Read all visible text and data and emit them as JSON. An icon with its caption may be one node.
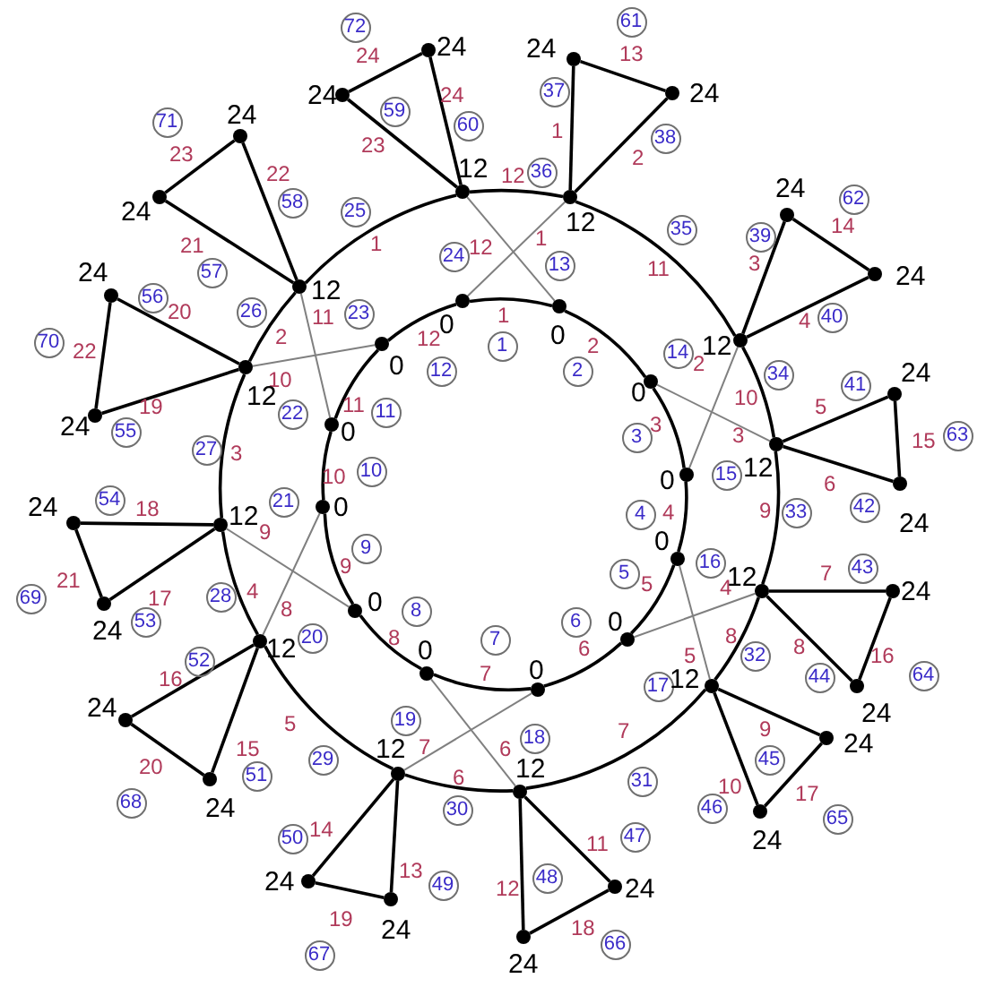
{
  "diagram": {
    "nodes": [
      {
        "text": [],
        "shape": "circle",
        "beside": [
          "0"
        ]
      },
      {
        "text": [],
        "shape": "circle",
        "beside": [
          "0"
        ]
      },
      {
        "text": [],
        "shape": "circle",
        "beside": [
          "0"
        ]
      },
      {
        "text": [],
        "shape": "circle",
        "beside": [
          "0"
        ]
      },
      {
        "text": [],
        "shape": "circle",
        "beside": [
          "0"
        ]
      },
      {
        "text": [],
        "shape": "circle",
        "beside": [
          "0"
        ]
      },
      {
        "text": [],
        "shape": "circle",
        "beside": [
          "0"
        ]
      },
      {
        "text": [],
        "shape": "circle",
        "beside": [
          "0"
        ]
      },
      {
        "text": [],
        "shape": "circle",
        "beside": [
          "0"
        ]
      },
      {
        "text": [],
        "shape": "circle",
        "beside": [
          "0"
        ]
      },
      {
        "text": [],
        "shape": "circle",
        "beside": [
          "0"
        ]
      },
      {
        "text": [],
        "shape": "circle",
        "beside": [
          "0"
        ]
      },
      {
        "text": [],
        "shape": "circle",
        "beside": [
          "12"
        ]
      },
      {
        "text": [],
        "shape": "circle",
        "beside": [
          "12"
        ]
      },
      {
        "text": [],
        "shape": "circle",
        "beside": [
          "12"
        ]
      },
      {
        "text": [],
        "shape": "circle",
        "beside": [
          "12"
        ]
      },
      {
        "text": [],
        "shape": "circle",
        "beside": [
          "12"
        ]
      },
      {
        "text": [],
        "shape": "circle",
        "beside": [
          "12"
        ]
      },
      {
        "text": [],
        "shape": "circle",
        "beside": [
          "12"
        ]
      },
      {
        "text": [],
        "shape": "circle",
        "beside": [
          "12"
        ]
      },
      {
        "text": [],
        "shape": "circle",
        "beside": [
          "12"
        ]
      },
      {
        "text": [],
        "shape": "circle",
        "beside": [
          "12"
        ]
      },
      {
        "text": [],
        "shape": "circle",
        "beside": [
          "12"
        ]
      },
      {
        "text": [],
        "shape": "circle",
        "beside": [
          "12"
        ]
      },
      {
        "text": [],
        "shape": "circle",
        "beside": [
          "24"
        ]
      },
      {
        "text": [],
        "shape": "circle",
        "beside": [
          "24"
        ]
      },
      {
        "text": [],
        "shape": "circle",
        "beside": [
          "24"
        ]
      },
      {
        "text": [],
        "shape": "circle",
        "beside": [
          "24"
        ]
      },
      {
        "text": [],
        "shape": "circle",
        "beside": [
          "24"
        ]
      },
      {
        "text": [],
        "shape": "circle",
        "beside": [
          "24"
        ]
      },
      {
        "text": [],
        "shape": "circle",
        "beside": [
          "24"
        ]
      },
      {
        "text": [],
        "shape": "circle",
        "beside": [
          "24"
        ]
      },
      {
        "text": [],
        "shape": "circle",
        "beside": [
          "24"
        ]
      },
      {
        "text": [],
        "shape": "circle",
        "beside": [
          "24"
        ]
      },
      {
        "text": [],
        "shape": "circle",
        "beside": [
          "24"
        ]
      },
      {
        "text": [],
        "shape": "circle",
        "beside": [
          "24"
        ]
      },
      {
        "text": [],
        "shape": "circle",
        "beside": [
          "24"
        ]
      },
      {
        "text": [],
        "shape": "circle",
        "beside": [
          "24"
        ]
      },
      {
        "text": [],
        "shape": "circle",
        "beside": [
          "24"
        ]
      },
      {
        "text": [],
        "shape": "circle",
        "beside": [
          "24"
        ]
      },
      {
        "text": [],
        "shape": "circle",
        "beside": [
          "24"
        ]
      },
      {
        "text": [],
        "shape": "circle",
        "beside": [
          "24"
        ]
      },
      {
        "text": [],
        "shape": "circle",
        "beside": [
          "24"
        ]
      },
      {
        "text": [],
        "shape": "circle",
        "beside": [
          "24"
        ]
      },
      {
        "text": [],
        "shape": "circle",
        "beside": [
          "24"
        ]
      },
      {
        "text": [],
        "shape": "circle",
        "beside": [
          "24"
        ]
      },
      {
        "text": [],
        "shape": "circle",
        "beside": [
          "24"
        ]
      },
      {
        "text": [],
        "shape": "circle",
        "beside": [
          "24"
        ]
      }
    ],
    "edges": [
      {
        "from": 0,
        "to": 1,
        "arrow": "none",
        "label": "1"
      },
      {
        "from": 1,
        "to": 2,
        "arrow": "none",
        "label": "2"
      },
      {
        "from": 2,
        "to": 3,
        "arrow": "none",
        "label": "3"
      },
      {
        "from": 3,
        "to": 4,
        "arrow": "none",
        "label": "4"
      },
      {
        "from": 4,
        "to": 5,
        "arrow": "none",
        "label": "5"
      },
      {
        "from": 5,
        "to": 6,
        "arrow": "none",
        "label": "6"
      },
      {
        "from": 6,
        "to": 7,
        "arrow": "none",
        "label": "7"
      },
      {
        "from": 7,
        "to": 8,
        "arrow": "none",
        "label": "8"
      },
      {
        "from": 8,
        "to": 9,
        "arrow": "none",
        "label": "9"
      },
      {
        "from": 9,
        "to": 10,
        "arrow": "none",
        "label": "10"
      },
      {
        "from": 10,
        "to": 11,
        "arrow": "none",
        "label": "11"
      },
      {
        "from": 11,
        "to": 0,
        "arrow": "none",
        "label": "12"
      },
      {
        "from": 12,
        "to": 0,
        "arrow": "none",
        "label": "1",
        "color": "#808080"
      },
      {
        "from": 13,
        "to": 3,
        "arrow": "none",
        "label": "2",
        "color": "#808080"
      },
      {
        "from": 14,
        "to": 2,
        "arrow": "none",
        "label": "3",
        "color": "#808080"
      },
      {
        "from": 15,
        "to": 5,
        "arrow": "none",
        "label": "4",
        "color": "#808080"
      },
      {
        "from": 16,
        "to": 4,
        "arrow": "none",
        "label": "5",
        "color": "#808080"
      },
      {
        "from": 17,
        "to": 7,
        "arrow": "none",
        "label": "6",
        "color": "#808080"
      },
      {
        "from": 18,
        "to": 6,
        "arrow": "none",
        "label": "7",
        "color": "#808080"
      },
      {
        "from": 19,
        "to": 9,
        "arrow": "none",
        "label": "8",
        "color": "#808080"
      },
      {
        "from": 20,
        "to": 8,
        "arrow": "none",
        "label": "9",
        "color": "#808080"
      },
      {
        "from": 21,
        "to": 11,
        "arrow": "none",
        "label": "10",
        "color": "#808080"
      },
      {
        "from": 22,
        "to": 10,
        "arrow": "none",
        "label": "11",
        "color": "#808080"
      },
      {
        "from": 23,
        "to": 1,
        "arrow": "none",
        "label": "12",
        "color": "#808080"
      },
      {
        "from": 22,
        "to": 23,
        "arrow": "none",
        "label": "1"
      },
      {
        "from": 21,
        "to": 22,
        "arrow": "none",
        "label": "2"
      },
      {
        "from": 20,
        "to": 21,
        "arrow": "none",
        "label": "3"
      },
      {
        "from": 19,
        "to": 20,
        "arrow": "none",
        "label": "4"
      },
      {
        "from": 18,
        "to": 19,
        "arrow": "none",
        "label": "5"
      },
      {
        "from": 17,
        "to": 18,
        "arrow": "none",
        "label": "6"
      },
      {
        "from": 16,
        "to": 17,
        "arrow": "none",
        "label": "7"
      },
      {
        "from": 15,
        "to": 16,
        "arrow": "none",
        "label": "8"
      },
      {
        "from": 14,
        "to": 15,
        "arrow": "none",
        "label": "9"
      },
      {
        "from": 13,
        "to": 14,
        "arrow": "none",
        "label": "10"
      },
      {
        "from": 12,
        "to": 13,
        "arrow": "none",
        "label": "11"
      },
      {
        "from": 23,
        "to": 12,
        "arrow": "none",
        "label": "12"
      },
      {
        "from": 12,
        "to": 24,
        "arrow": "none",
        "label": "1"
      },
      {
        "from": 12,
        "to": 25,
        "arrow": "none",
        "label": "2"
      },
      {
        "from": 13,
        "to": 26,
        "arrow": "none",
        "label": "3"
      },
      {
        "from": 13,
        "to": 27,
        "arrow": "none",
        "label": "4"
      },
      {
        "from": 14,
        "to": 28,
        "arrow": "none",
        "label": "5"
      },
      {
        "from": 14,
        "to": 29,
        "arrow": "none",
        "label": "6"
      },
      {
        "from": 15,
        "to": 30,
        "arrow": "none",
        "label": "7"
      },
      {
        "from": 15,
        "to": 31,
        "arrow": "none",
        "label": "8"
      },
      {
        "from": 16,
        "to": 32,
        "arrow": "none",
        "label": "9"
      },
      {
        "from": 16,
        "to": 33,
        "arrow": "none",
        "label": "10"
      },
      {
        "from": 17,
        "to": 34,
        "arrow": "none",
        "label": "11"
      },
      {
        "from": 17,
        "to": 35,
        "arrow": "none",
        "label": "12"
      },
      {
        "from": 18,
        "to": 36,
        "arrow": "none",
        "label": "13"
      },
      {
        "from": 18,
        "to": 37,
        "arrow": "none",
        "label": "14"
      },
      {
        "from": 19,
        "to": 38,
        "arrow": "none",
        "label": "15"
      },
      {
        "from": 19,
        "to": 39,
        "arrow": "none",
        "label": "16"
      },
      {
        "from": 20,
        "to": 40,
        "arrow": "none",
        "label": "17"
      },
      {
        "from": 20,
        "to": 41,
        "arrow": "none",
        "label": "18"
      },
      {
        "from": 21,
        "to": 42,
        "arrow": "none",
        "label": "19"
      },
      {
        "from": 21,
        "to": 43,
        "arrow": "none",
        "label": "20"
      },
      {
        "from": 22,
        "to": 44,
        "arrow": "none",
        "label": "21"
      },
      {
        "from": 22,
        "to": 45,
        "arrow": "none",
        "label": "22"
      },
      {
        "from": 23,
        "to": 46,
        "arrow": "none",
        "label": "23"
      },
      {
        "from": 23,
        "to": 47,
        "arrow": "none",
        "label": "24"
      },
      {
        "from": 24,
        "to": 25,
        "arrow": "none",
        "label": "13"
      },
      {
        "from": 26,
        "to": 27,
        "arrow": "none",
        "label": "14"
      },
      {
        "from": 28,
        "to": 29,
        "arrow": "none",
        "label": "15"
      },
      {
        "from": 30,
        "to": 31,
        "arrow": "none",
        "label": "16"
      },
      {
        "from": 32,
        "to": 33,
        "arrow": "none",
        "label": "17"
      },
      {
        "from": 34,
        "to": 35,
        "arrow": "none",
        "label": "18"
      },
      {
        "from": 36,
        "to": 37,
        "arrow": "none",
        "label": "19"
      },
      {
        "from": 38,
        "to": 39,
        "arrow": "none",
        "label": "20"
      },
      {
        "from": 40,
        "to": 41,
        "arrow": "none",
        "label": "21"
      },
      {
        "from": 42,
        "to": 43,
        "arrow": "none",
        "label": "22"
      },
      {
        "from": 44,
        "to": 45,
        "arrow": "none",
        "label": "23"
      },
      {
        "from": 46,
        "to": 47,
        "arrow": "none",
        "label": "24"
      }
    ],
    "labels": [
      "1",
      "2",
      "3",
      "4",
      "5",
      "6",
      "7",
      "8",
      "9",
      "10",
      "11",
      "12",
      "13",
      "14",
      "15",
      "16",
      "17",
      "18",
      "19",
      "20",
      "21",
      "22",
      "23",
      "24",
      "25",
      "26",
      "27",
      "28",
      "29",
      "30",
      "31",
      "32",
      "33",
      "34",
      "35",
      "36",
      "37",
      "38",
      "39",
      "40",
      "41",
      "42",
      "43",
      "44",
      "45",
      "46",
      "47",
      "48",
      "49",
      "50",
      "51",
      "52",
      "53",
      "54",
      "55",
      "56",
      "57",
      "58",
      "59",
      "60",
      "61",
      "62",
      "63",
      "64",
      "65",
      "66",
      "67",
      "68",
      "69",
      "70",
      "71",
      "72"
    ]
  }
}
